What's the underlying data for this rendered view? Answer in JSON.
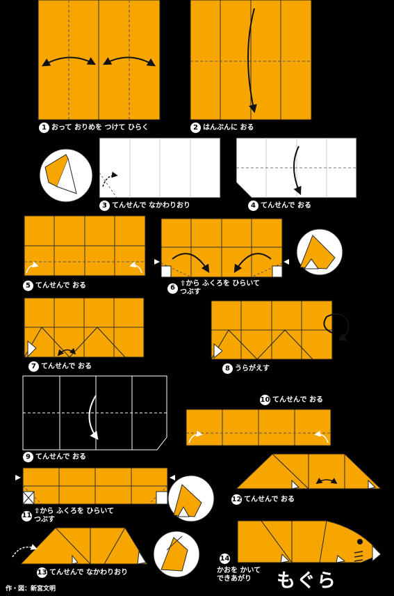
{
  "colors": {
    "paper": "#F7A600",
    "back": "#FFFFFF",
    "bg": "#000000",
    "line": "#1a1a1a"
  },
  "steps": [
    {
      "num": "1",
      "text": "おって おりめを つけて ひらく"
    },
    {
      "num": "2",
      "text": "はんぶんに おる"
    },
    {
      "num": "3",
      "text": "てんせんで なかわりおり"
    },
    {
      "num": "4",
      "text": "てんせんで おる"
    },
    {
      "num": "5",
      "text": "てんせんで おる"
    },
    {
      "num": "6",
      "text": "⇧から ふくろを ひらいて",
      "text2": "つぶす"
    },
    {
      "num": "7",
      "text": "てんせんで おる"
    },
    {
      "num": "8",
      "text": "うらがえす"
    },
    {
      "num": "9",
      "text": "てんせんで おる"
    },
    {
      "num": "10",
      "text": "てんせんで おる"
    },
    {
      "num": "11",
      "text": "⇧から ふくろを ひらいて",
      "text2": "つぶす"
    },
    {
      "num": "12",
      "text": "てんせんで おる"
    },
    {
      "num": "13",
      "text": "てんせんで なかわりおり"
    },
    {
      "num": "14",
      "text": "かおを かいて",
      "text2": "できあがり"
    }
  ],
  "credit": "作・図：新宮文明",
  "title": "もぐら"
}
